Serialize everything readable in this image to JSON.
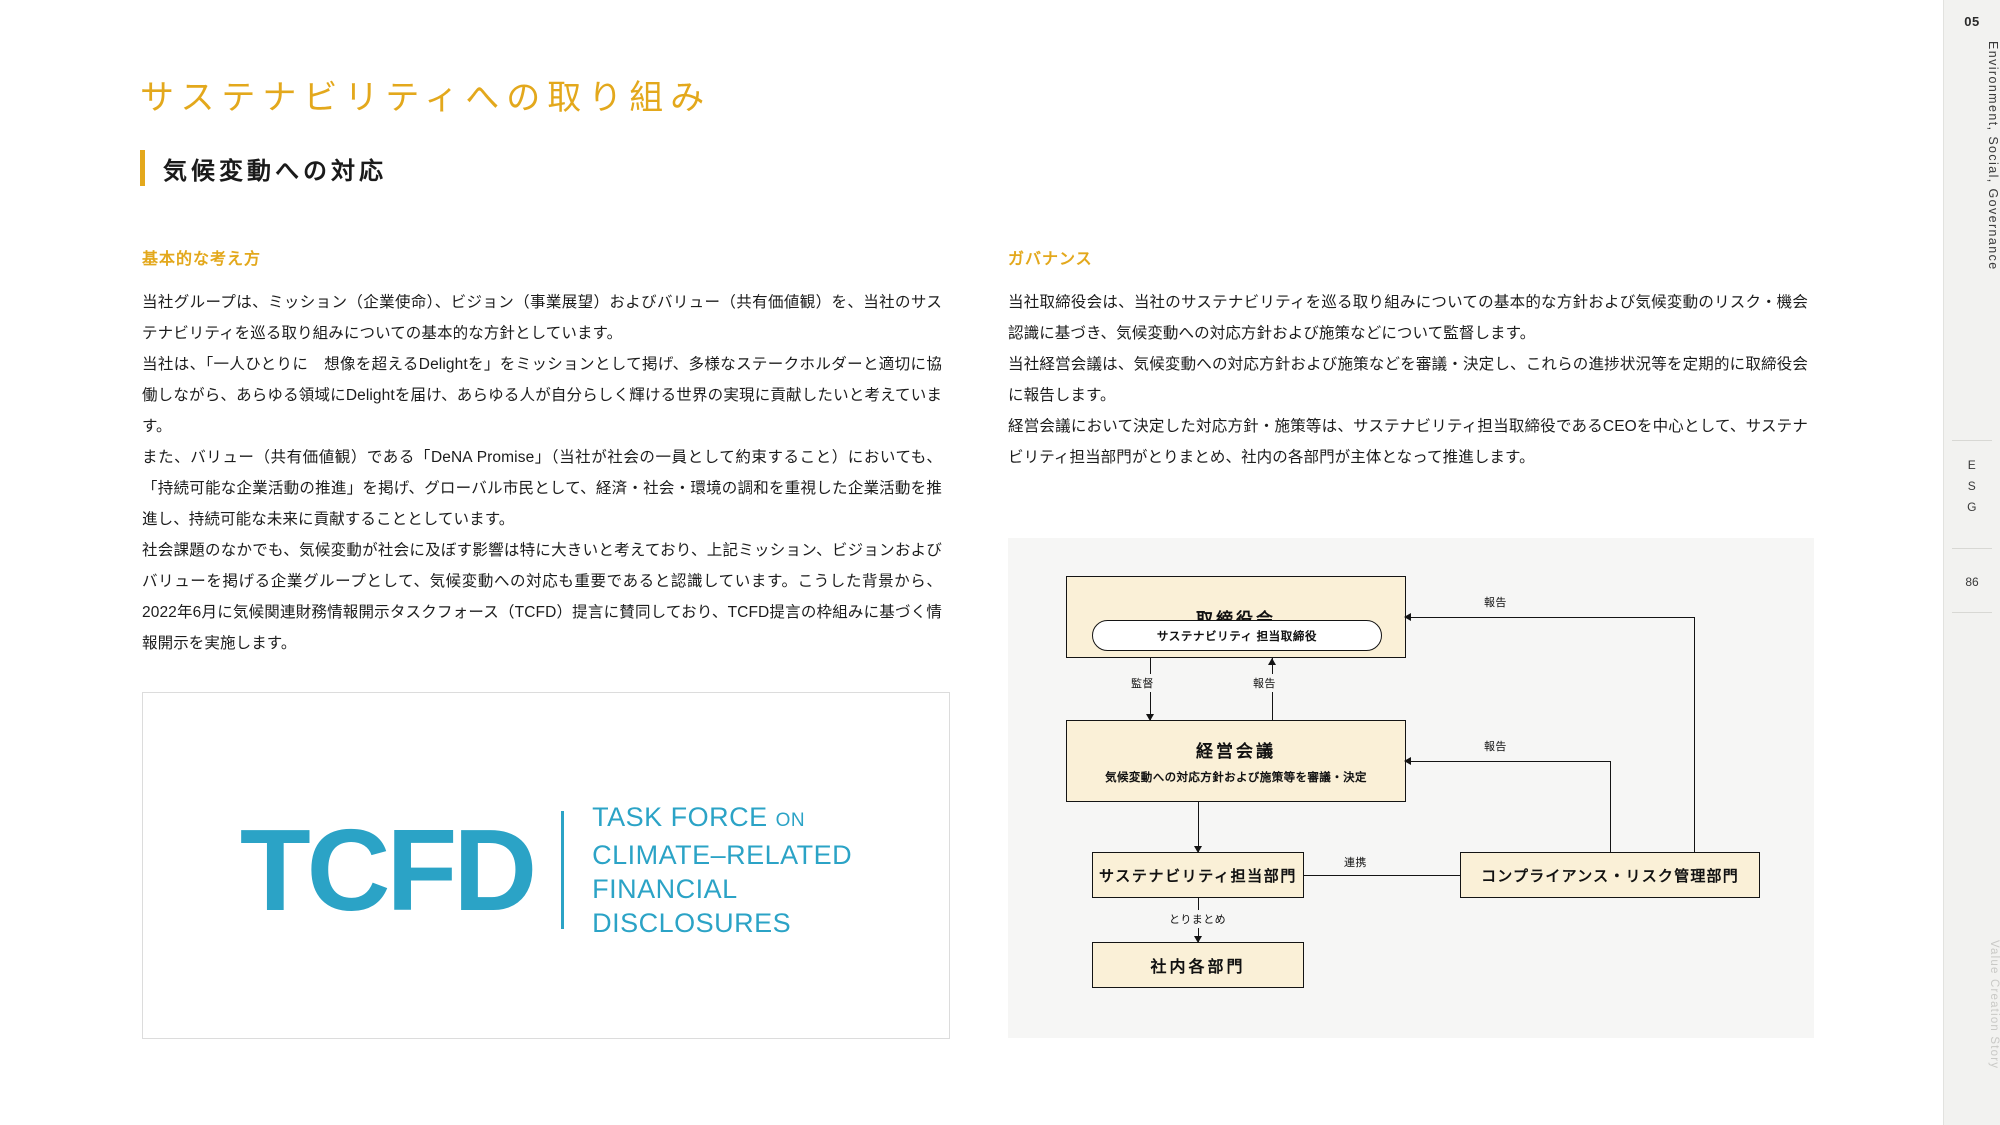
{
  "page_title": "サステナビリティへの取り組み",
  "section_heading": "気候変動への対応",
  "left": {
    "label": "基本的な考え方",
    "paragraphs": [
      "当社グループは、ミッション（企業使命）、ビジョン（事業展望）およびバリュー（共有価値観）を、当社のサステナビリティを巡る取り組みについての基本的な方針としています。",
      "当社は、「一人ひとりに　想像を超えるDelightを」をミッションとして掲げ、多様なステークホルダーと適切に協働しながら、あらゆる領域にDelightを届け、あらゆる人が自分らしく輝ける世界の実現に貢献したいと考えています。",
      "また、バリュー（共有価値観）である「DeNA Promise」（当社が社会の一員として約束すること）においても、「持続可能な企業活動の推進」を掲げ、グローバル市民として、経済・社会・環境の調和を重視した企業活動を推進し、持続可能な未来に貢献することとしています。",
      "社会課題のなかでも、気候変動が社会に及ぼす影響は特に大きいと考えており、上記ミッション、ビジョンおよびバリューを掲げる企業グループとして、気候変動への対応も重要であると認識しています。こうした背景から、2022年6月に気候関連財務情報開示タスクフォース（TCFD）提言に賛同しており、TCFD提言の枠組みに基づく情報開示を実施します。"
    ]
  },
  "right": {
    "label": "ガバナンス",
    "paragraphs": [
      "当社取締役会は、当社のサステナビリティを巡る取り組みについての基本的な方針および気候変動のリスク・機会認識に基づき、気候変動への対応方針および施策などについて監督します。",
      "当社経営会議は、気候変動への対応方針および施策などを審議・決定し、これらの進捗状況等を定期的に取締役会に報告します。",
      "経営会議において決定した対応方針・施策等は、サステナビリティ担当取締役であるCEOを中心として、サステナビリティ担当部門がとりまとめ、社内の各部門が主体となって推進します。"
    ]
  },
  "logo": {
    "mark": "TCFD",
    "line1_a": "TASK FORCE",
    "line1_b": "ON",
    "line2": "CLIMATE–RELATED",
    "line3": "FINANCIAL",
    "line4": "DISCLOSURES"
  },
  "diagram": {
    "board": {
      "title": "取締役会",
      "pill": "サステナビリティ 担当取締役"
    },
    "exec": {
      "title": "経営会議",
      "sub": "気候変動への対応方針および施策等を審議・決定"
    },
    "sustain_dept": {
      "title": "サステナビリティ担当部門"
    },
    "compliance_dept": {
      "title": "コンプライアンス・リスク管理部門"
    },
    "internal_depts": {
      "title": "社内各部門"
    },
    "labels": {
      "report_top_right": "報告",
      "report_mid_right": "報告",
      "supervise": "監督",
      "report_center": "報告",
      "coordinate": "連携",
      "summarize": "とりまとめ"
    }
  },
  "side_rail": {
    "page_number": "05",
    "section_name": "Environment, Social, Governance",
    "esg_stack": [
      "E",
      "S",
      "G"
    ],
    "folio": "86",
    "vertical_label": "Value Creation Story"
  },
  "colors": {
    "accent": "#e3a81c",
    "tcfd_blue": "#2BA3C6",
    "box_fill": "#faf0d7",
    "diagram_bg": "#f6f6f5"
  }
}
